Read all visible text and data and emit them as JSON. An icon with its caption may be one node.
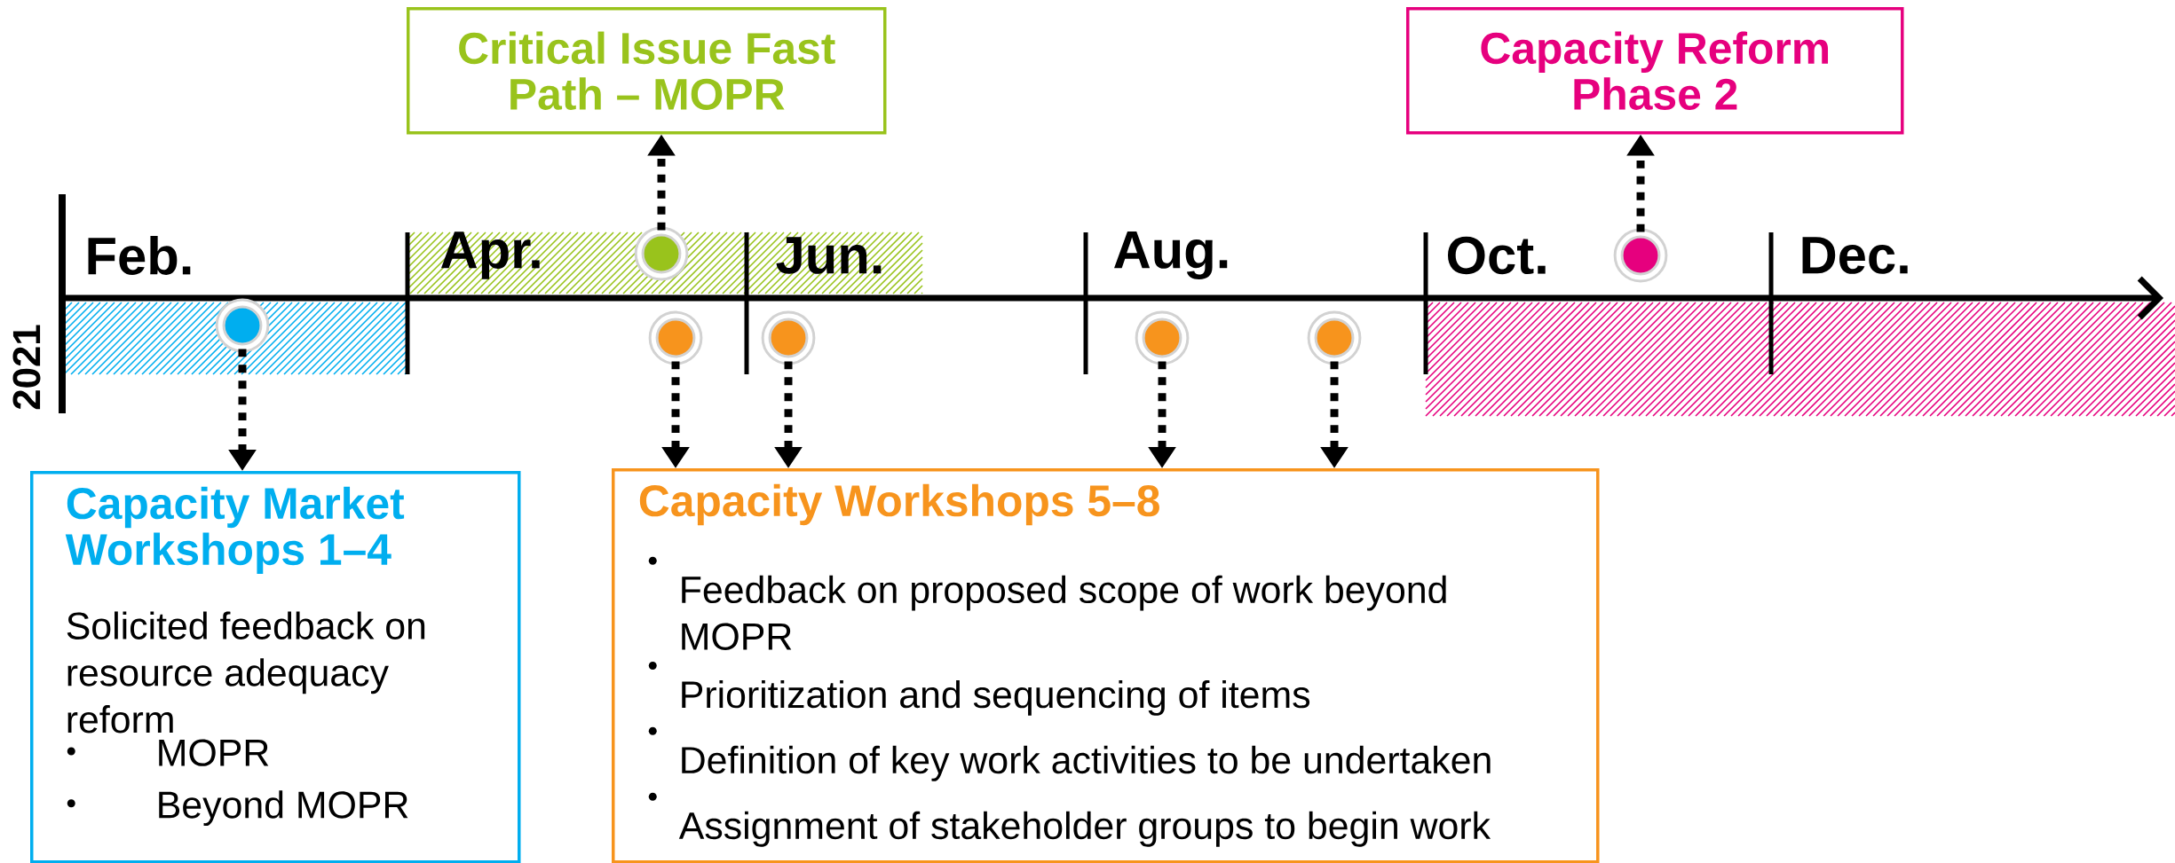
{
  "diagram": {
    "nodes": [
      {
        "text": [
          "Critical Issue Fast Path – MOPR"
        ]
      },
      {
        "text": [
          "Capacity Reform Phase 2"
        ]
      },
      {
        "text": [],
        "shape": "circle"
      },
      {
        "text": [],
        "shape": "circle"
      },
      {
        "text": [],
        "shape": "circle"
      },
      {
        "text": [],
        "shape": "circle"
      },
      {
        "text": [],
        "shape": "circle"
      },
      {
        "text": [],
        "shape": "circle"
      },
      {
        "text": [],
        "shape": "circle"
      },
      {
        "text": [
          "Capacity Market Workshops 1–4",
          "Solicited feedback on resource adequacy reform",
          "MOPR",
          "Beyond MOPR"
        ]
      },
      {
        "text": [
          "Capacity Workshops 5–8",
          "Feedback on proposed scope of work beyond MOPR",
          "Prioritization and sequencing of items",
          "Definition of key work activities to be undertaken",
          "Assignment of stakeholder groups to begin work"
        ]
      }
    ],
    "edges": [
      {
        "from": 2,
        "to": 0,
        "arrow": "to"
      },
      {
        "from": 3,
        "to": 1,
        "arrow": "to"
      },
      {
        "from": 4,
        "to": 9,
        "arrow": "to"
      },
      {
        "from": 5,
        "to": 10,
        "arrow": "to"
      },
      {
        "from": 6,
        "to": 10,
        "arrow": "to"
      },
      {
        "from": 7,
        "to": 10,
        "arrow": "to"
      },
      {
        "from": 8,
        "to": 10,
        "arrow": "to"
      }
    ],
    "labels": [
      "2021",
      "Feb.",
      "Apr.",
      "Jun.",
      "Aug.",
      "Oct.",
      "Dec."
    ]
  }
}
